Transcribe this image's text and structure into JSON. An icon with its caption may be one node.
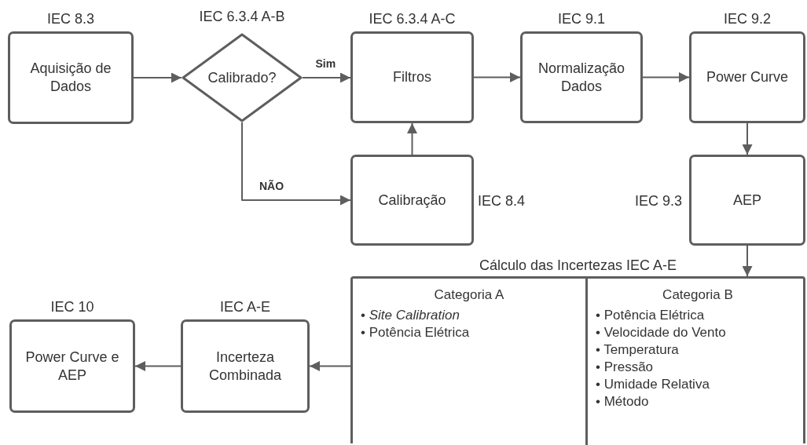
{
  "diagram": {
    "nodes": [
      {
        "text": [
          "IEC 8.3",
          "Aquisição de Dados"
        ]
      },
      {
        "text": [
          "IEC 6.3.4 A-B",
          "Calibrado?"
        ]
      },
      {
        "text": [
          "IEC 6.3.4 A-C",
          "Filtros"
        ]
      },
      {
        "text": [
          "IEC 9.1",
          "Normalização Dados"
        ]
      },
      {
        "text": [
          "IEC 9.2",
          "Power Curve"
        ]
      },
      {
        "text": [
          "Calibração"
        ],
        "beside": [
          "IEC 8.4"
        ]
      },
      {
        "text": [
          "AEP"
        ],
        "beside": [
          "IEC 9.3"
        ]
      },
      {
        "text": [
          "Cálculo das Incertezas IEC A-E"
        ]
      },
      {
        "text": [
          "Categoria A",
          "• *Site Calibration*",
          "• Potência Elétrica"
        ],
        "in": 7
      },
      {
        "text": [
          "Categoria B",
          "• Potência Elétrica",
          "• Velocidade do Vento",
          "• Temperatura",
          "• Pressão",
          "• Umidade Relativa",
          "• Método"
        ],
        "in": 7
      },
      {
        "text": [
          "IEC A-E",
          "Incerteza Combinada"
        ]
      },
      {
        "text": [
          "IEC 10",
          "Power Curve e AEP"
        ]
      }
    ],
    "edges": [
      {
        "from": 0,
        "to": 1,
        "arrow": "to"
      },
      {
        "from": 1,
        "to": 2,
        "arrow": "to",
        "label": "Sim"
      },
      {
        "from": 1,
        "to": 5,
        "arrow": "to",
        "label": "NÃO"
      },
      {
        "from": 5,
        "to": 2,
        "arrow": "to"
      },
      {
        "from": 2,
        "to": 3,
        "arrow": "to"
      },
      {
        "from": 3,
        "to": 4,
        "arrow": "to"
      },
      {
        "from": 4,
        "to": 6,
        "arrow": "to"
      },
      {
        "from": 6,
        "to": 7,
        "arrow": "to"
      },
      {
        "from": 7,
        "to": 10,
        "arrow": "to"
      },
      {
        "from": 10,
        "to": 11,
        "arrow": "to"
      }
    ]
  }
}
